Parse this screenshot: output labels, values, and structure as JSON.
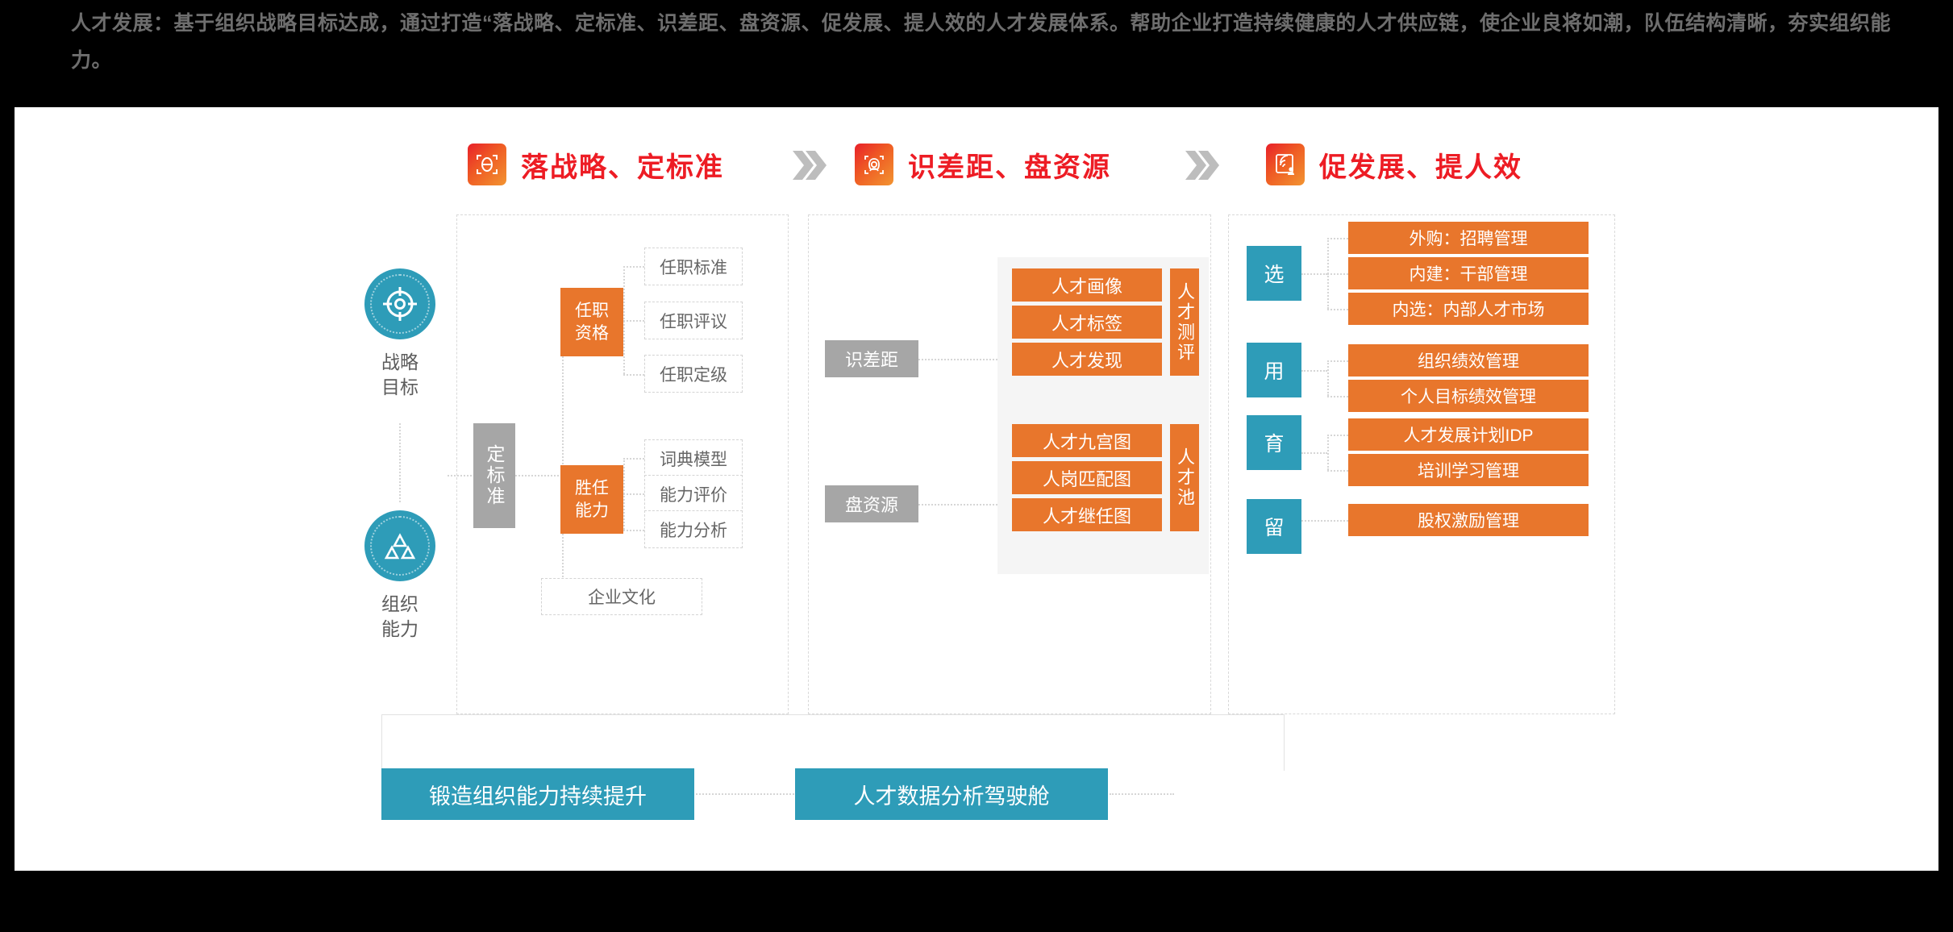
{
  "header": {
    "lead": "人才发展：",
    "body": "基于组织战略目标达成，通过打造“落战略、定标准、识差距、盘资源、促发展、提人效的人才发展体系。帮助企业打造持续健康的人才供应链，使企业良将如潮，队伍结构清晰，夯实组织能力。"
  },
  "colors": {
    "orange": "#E8762C",
    "teal": "#2E9CB8",
    "gray": "#A6A6A6",
    "red_title": "#ED1C24",
    "canvas": "#FFFFFF",
    "background": "#000000"
  },
  "sections": [
    {
      "title": "落战略、定标准",
      "icon": "scan-target-icon"
    },
    {
      "title": "识差距、盘资源",
      "icon": "scan-person-icon"
    },
    {
      "title": "促发展、提人效",
      "icon": "fingerprint-people-icon"
    }
  ],
  "separator_icon": "double-chevron-right-icon",
  "rail": [
    {
      "label": "战略\n目标",
      "label_line1": "战略",
      "label_line2": "目标",
      "icon": "target-crosshair-icon"
    },
    {
      "label": "组织\n能力",
      "label_line1": "组织",
      "label_line2": "能力",
      "icon": "triangles-icon"
    }
  ],
  "panel1": {
    "standard": "定标准",
    "branches": [
      {
        "label_line1": "任职",
        "label_line2": "资格",
        "leaves": [
          "任职标准",
          "任职评议",
          "任职定级"
        ]
      },
      {
        "label_line1": "胜任",
        "label_line2": "能力",
        "leaves": [
          "词典模型",
          "能力评价",
          "能力分析"
        ]
      }
    ],
    "culture": "企业文化"
  },
  "panel2": {
    "groups": [
      {
        "tag": "识差距",
        "items": [
          "人才画像",
          "人才标签",
          "人才发现"
        ],
        "side": "人才测评"
      },
      {
        "tag": "盘资源",
        "items": [
          "人才九宫图",
          "人岗匹配图",
          "人才继任图"
        ],
        "side": "人才池"
      }
    ]
  },
  "panel3": {
    "categories": [
      {
        "label": "选",
        "items": [
          "外购：招聘管理",
          "内建：干部管理",
          "内选：内部人才市场"
        ]
      },
      {
        "label": "用",
        "items": [
          "组织绩效管理",
          "个人目标绩效管理"
        ]
      },
      {
        "label": "育",
        "items": [
          "人才发展计划IDP",
          "培训学习管理"
        ]
      },
      {
        "label": "留",
        "items": [
          "股权激励管理"
        ]
      }
    ]
  },
  "bottom": {
    "bars": [
      "锻造组织能力持续提升",
      "人才数据分析驾驶舱"
    ]
  }
}
